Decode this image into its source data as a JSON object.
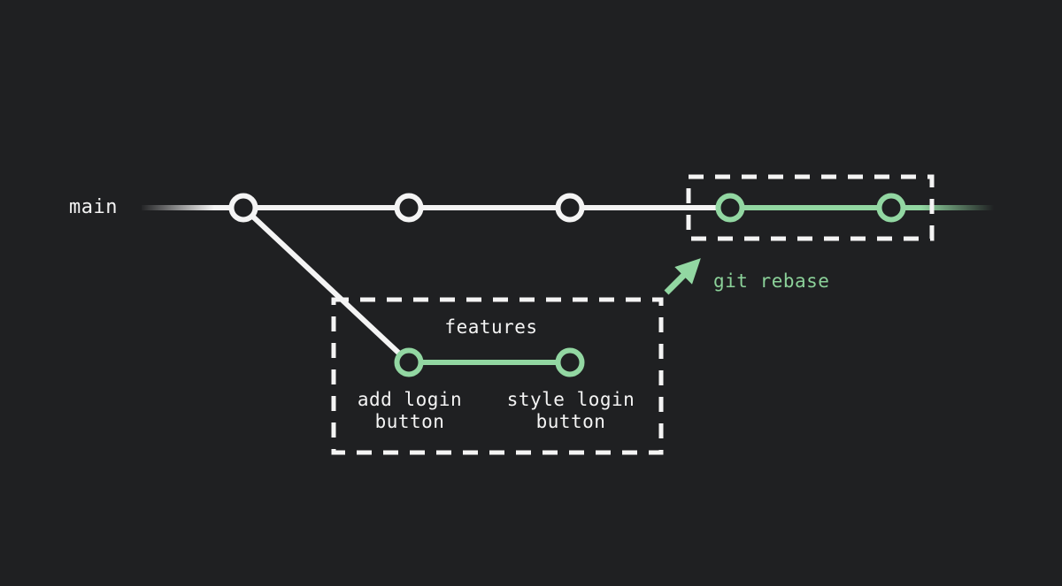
{
  "colors": {
    "background": "#1f2022",
    "white": "#f4f4f4",
    "green": "#92d7a2",
    "green_text": "#8bd199"
  },
  "labels": {
    "main_branch": "main",
    "features_branch": "features",
    "rebase_command": "git rebase",
    "feature_commit_1": "add login\nbutton",
    "feature_commit_2": "style login\nbutton"
  }
}
